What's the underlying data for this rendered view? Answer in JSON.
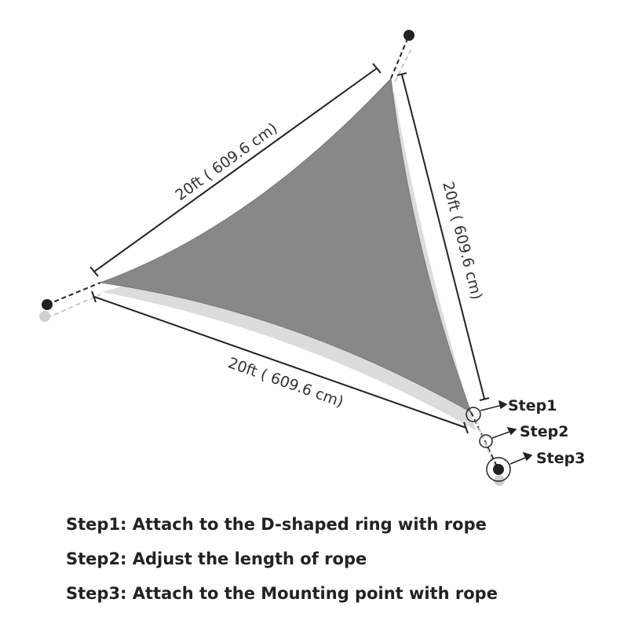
{
  "dimensions": {
    "top_left_side": "20ft ( 609.6 cm)",
    "right_side": "20ft ( 609.6 cm)",
    "bottom_side": "20ft ( 609.6 cm)"
  },
  "callouts": [
    "Step1",
    "Step2",
    "Step3"
  ],
  "instructions": [
    "Step1: Attach to the D-shaped ring with rope",
    "Step2: Adjust the length of rope",
    "Step3: Attach to the Mounting point with rope"
  ],
  "colors": {
    "shade_sail": "#8a8a8a",
    "shadow": "#d9d9d9",
    "dimension_line": "#222222",
    "anchor": "#222222"
  }
}
